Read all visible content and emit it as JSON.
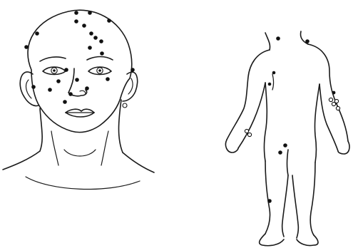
{
  "figure": {
    "panels": [
      {
        "name": "head-and-neck",
        "lesions": [
          {
            "region": "scalp",
            "kind": "dot"
          },
          {
            "region": "scalp",
            "kind": "dot"
          },
          {
            "region": "scalp",
            "kind": "dot"
          },
          {
            "region": "scalp",
            "kind": "dot"
          },
          {
            "region": "scalp",
            "kind": "dot"
          },
          {
            "region": "scalp",
            "kind": "dot"
          },
          {
            "region": "scalp",
            "kind": "dot"
          },
          {
            "region": "scalp",
            "kind": "dot"
          },
          {
            "region": "scalp",
            "kind": "dot"
          },
          {
            "region": "scalp",
            "kind": "dot"
          },
          {
            "region": "scalp",
            "kind": "dot"
          },
          {
            "region": "scalp",
            "kind": "dot"
          },
          {
            "region": "forehead",
            "kind": "dot"
          },
          {
            "region": "forehead",
            "kind": "dot"
          },
          {
            "region": "cheek",
            "kind": "dot"
          },
          {
            "region": "cheek",
            "kind": "dot"
          },
          {
            "region": "cheek",
            "kind": "dot"
          },
          {
            "region": "cheek",
            "kind": "dot"
          },
          {
            "region": "cheek",
            "kind": "dot"
          },
          {
            "region": "nose",
            "kind": "dot"
          },
          {
            "region": "nose",
            "kind": "dot"
          },
          {
            "region": "ear",
            "kind": "dot"
          }
        ]
      },
      {
        "name": "full-body-back",
        "lesions": [
          {
            "region": "upper-back",
            "kind": "dot"
          },
          {
            "region": "upper-back",
            "kind": "dot"
          },
          {
            "region": "mid-back",
            "kind": "dot"
          },
          {
            "region": "mid-back",
            "kind": "dot"
          },
          {
            "region": "left-forearm",
            "kind": "ring"
          },
          {
            "region": "left-forearm",
            "kind": "ring"
          },
          {
            "region": "right-forearm",
            "kind": "ring"
          },
          {
            "region": "right-forearm",
            "kind": "ring"
          },
          {
            "region": "right-forearm",
            "kind": "ring"
          },
          {
            "region": "right-forearm",
            "kind": "ring"
          },
          {
            "region": "right-forearm",
            "kind": "dot"
          },
          {
            "region": "left-thigh",
            "kind": "dot"
          },
          {
            "region": "left-thigh",
            "kind": "dot"
          },
          {
            "region": "left-lower-leg",
            "kind": "dot"
          }
        ]
      }
    ],
    "colors": {
      "ink": "#111111",
      "background": "#ffffff"
    }
  }
}
